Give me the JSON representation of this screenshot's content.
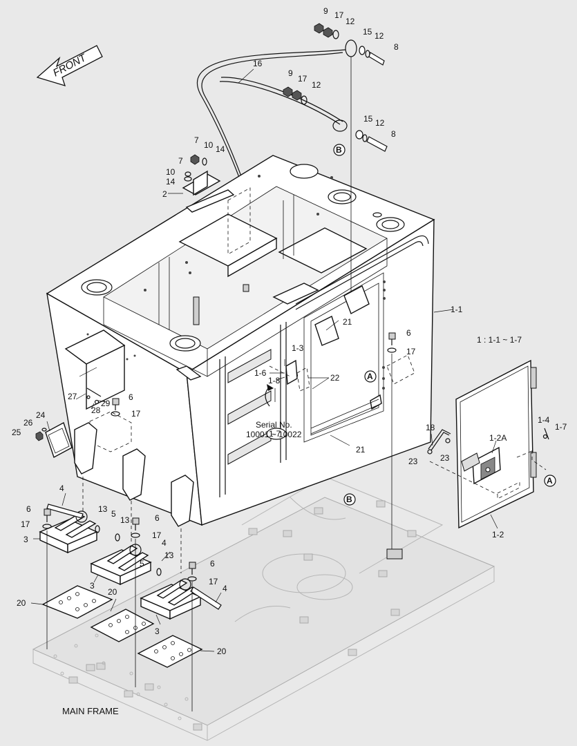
{
  "diagram": {
    "front_label": "FRONT",
    "main_frame_label": "MAIN FRAME",
    "serial_note": {
      "callout": "1-7",
      "line1": "Serial No.",
      "line2": "10001 ~ 10022"
    },
    "assembly_note": "1 : 1-1 ~ 1-7",
    "detail_markers": [
      "A",
      "B"
    ],
    "part_labels": {
      "p1_1": "1-1",
      "p1_2": "1-2",
      "p1_2a": "1-2A",
      "p1_3": "1-3",
      "p1_4": "1-4",
      "p1_6": "1-6",
      "p1_7": "1-7",
      "p1_8": "1-8",
      "p2": "2",
      "p3": "3",
      "p4": "4",
      "p5": "5",
      "p6": "6",
      "p7": "7",
      "p8": "8",
      "p9": "9",
      "p10": "10",
      "p12": "12",
      "p13": "13",
      "p14": "14",
      "p15": "15",
      "p16": "16",
      "p17": "17",
      "p18": "18",
      "p20": "20",
      "p21": "21",
      "p22": "22",
      "p23": "23",
      "p24": "24",
      "p25": "25",
      "p26": "26",
      "p27": "27",
      "p28": "28",
      "p29": "29"
    }
  }
}
